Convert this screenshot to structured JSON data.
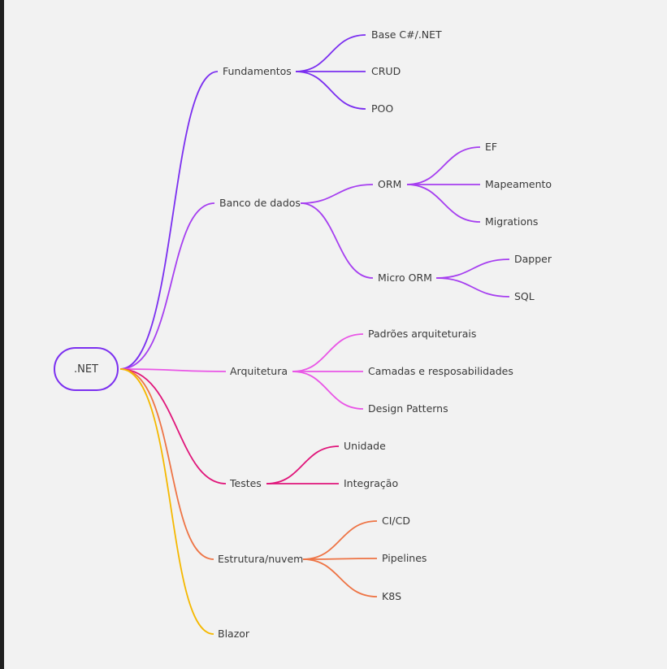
{
  "root": {
    "label": ".NET",
    "color": "#7b2ff0"
  },
  "branches": [
    {
      "label": "Fundamentos",
      "color": "#7b2ff0",
      "children": [
        {
          "label": "Base C#/.NET"
        },
        {
          "label": "CRUD"
        },
        {
          "label": "POO"
        }
      ]
    },
    {
      "label": "Banco de dados",
      "color": "#a63ff0",
      "children": [
        {
          "label": "ORM",
          "children": [
            {
              "label": "EF"
            },
            {
              "label": "Mapeamento"
            },
            {
              "label": "Migrations"
            }
          ]
        },
        {
          "label": "Micro ORM",
          "children": [
            {
              "label": "Dapper"
            },
            {
              "label": "SQL"
            }
          ]
        }
      ]
    },
    {
      "label": "Arquitetura",
      "color": "#e956e6",
      "children": [
        {
          "label": "Padrões arquiteturais"
        },
        {
          "label": "Camadas e resposabilidades"
        },
        {
          "label": "Design Patterns"
        }
      ]
    },
    {
      "label": "Testes",
      "color": "#e0157a",
      "children": [
        {
          "label": "Unidade"
        },
        {
          "label": "Integração"
        }
      ]
    },
    {
      "label": "Estrutura/nuvem",
      "color": "#ee7445",
      "children": [
        {
          "label": "CI/CD"
        },
        {
          "label": "Pipelines"
        },
        {
          "label": "K8S"
        }
      ]
    },
    {
      "label": "Blazor",
      "color": "#f5b800",
      "children": []
    }
  ]
}
